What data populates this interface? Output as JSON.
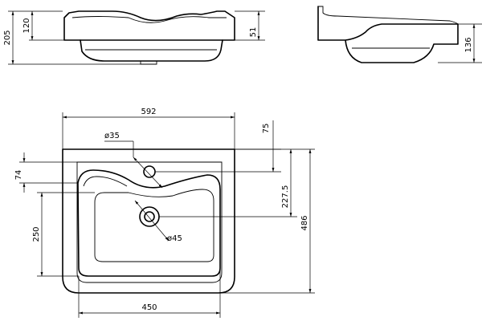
{
  "dimensions": {
    "side_total_height": "205",
    "side_rim_height": "120",
    "side_bowl_depth": "51",
    "profile_height": "136",
    "total_width": "592",
    "faucet_hole_diameter": "ø35",
    "drain_diameter": "ø45",
    "faucet_offset": "75",
    "faucet_height": "74",
    "drain_offset": "227.5",
    "total_depth": "486",
    "bowl_depth": "250",
    "bowl_width": "450"
  }
}
